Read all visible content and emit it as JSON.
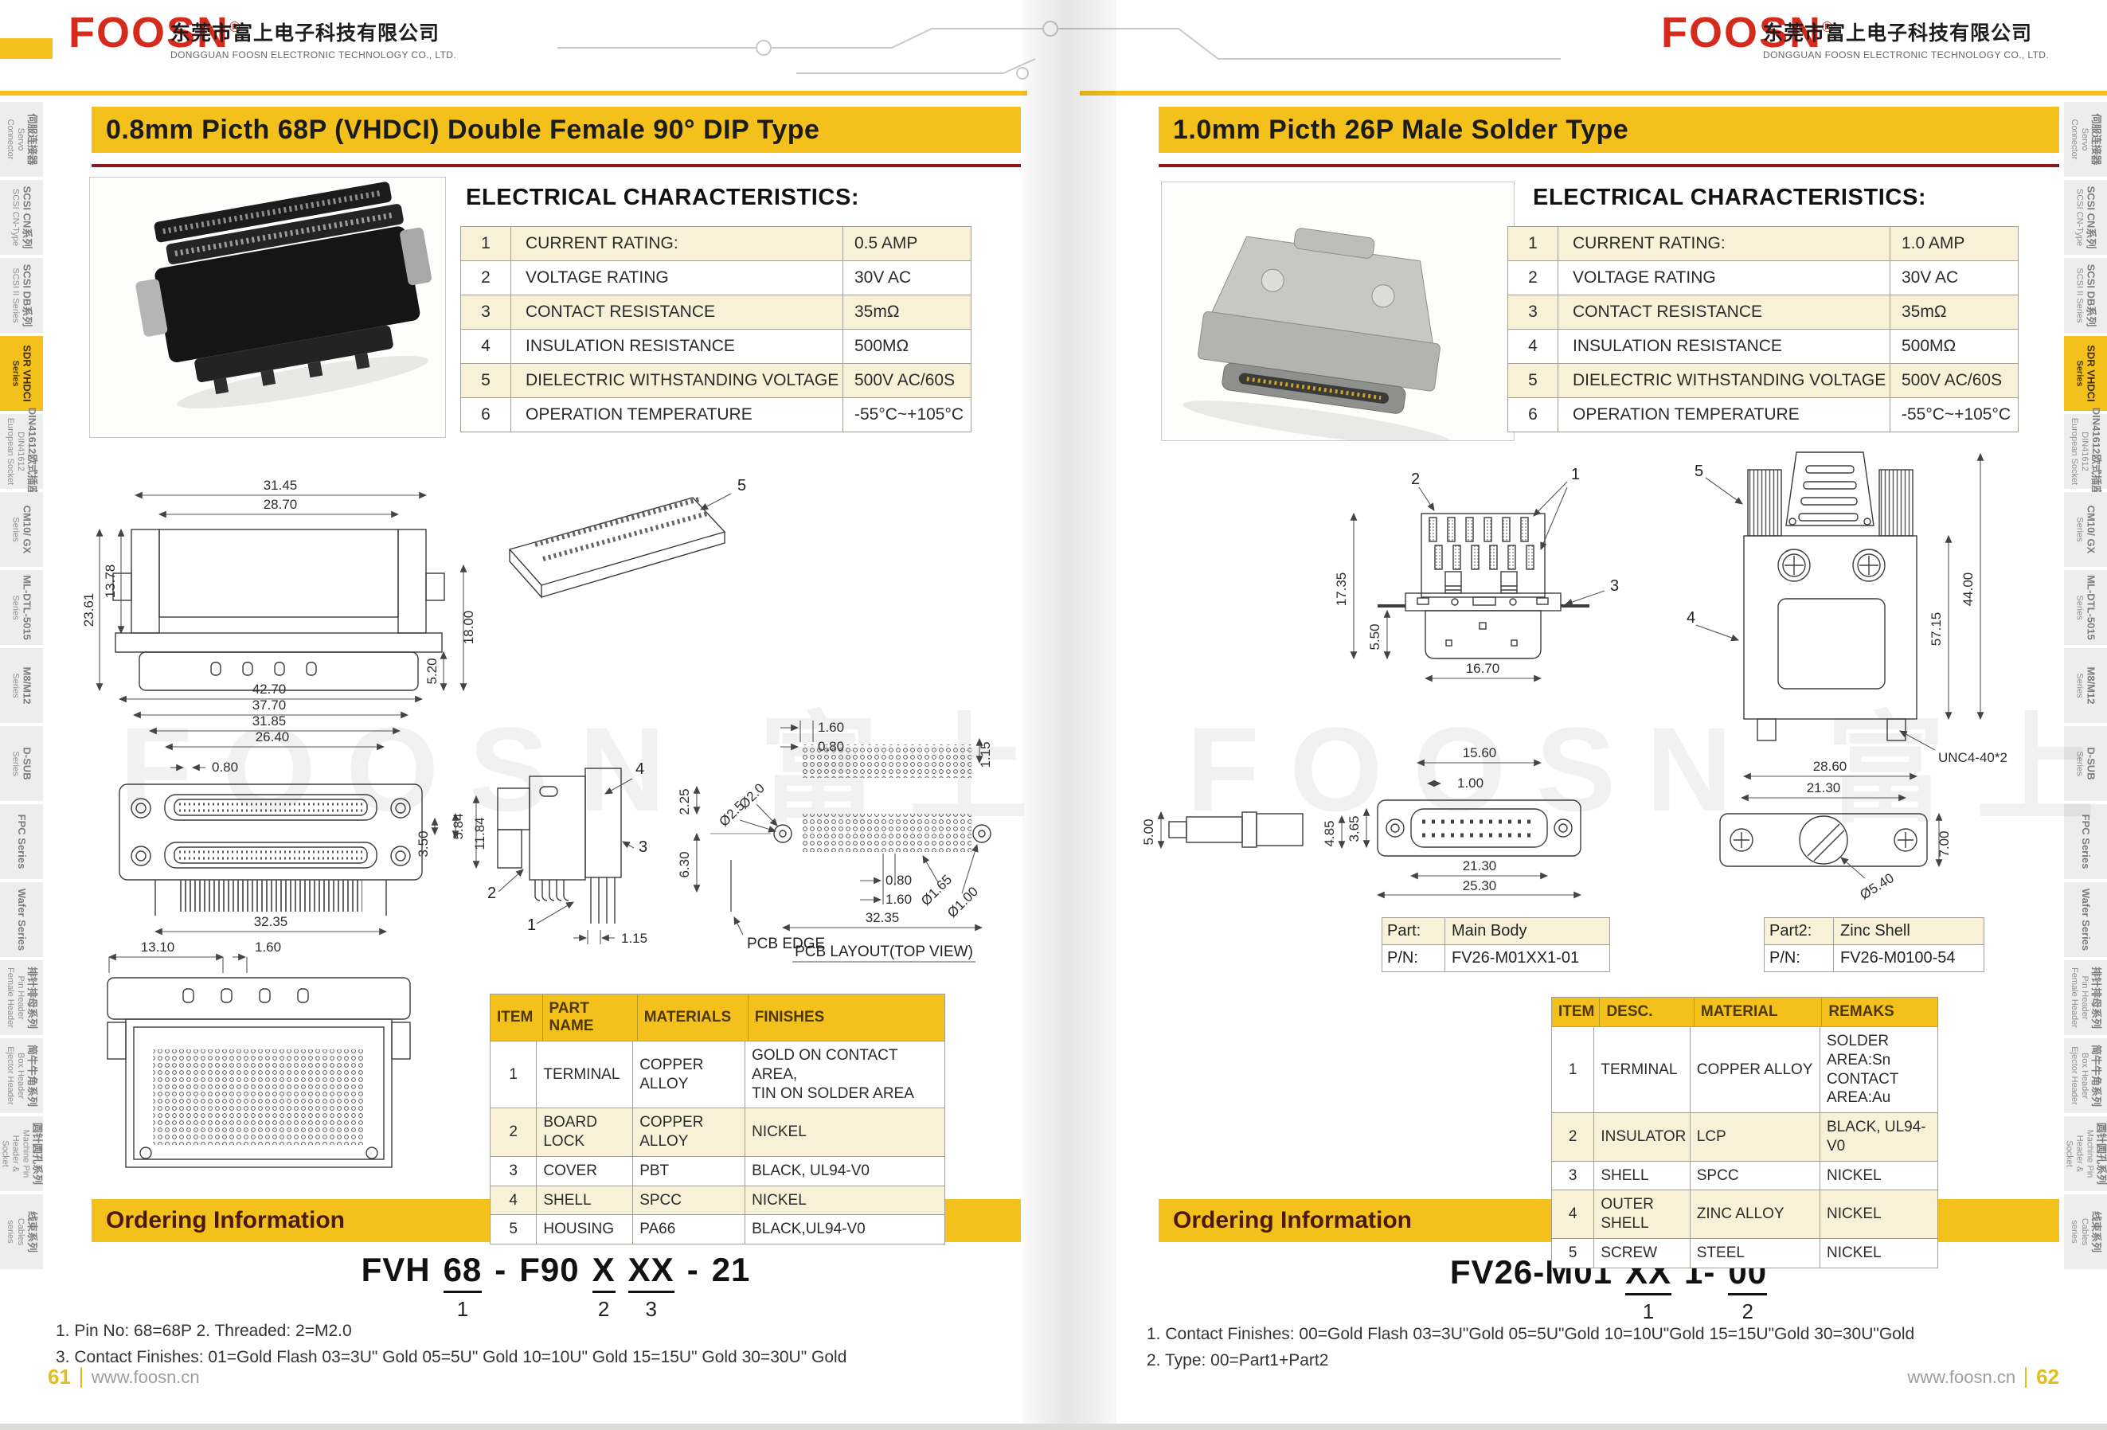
{
  "header": {
    "brand": "FOOSN",
    "reg": "®",
    "company_cn": "东莞市富上电子科技有限公司",
    "company_en": "DONGGUAN FOOSN ELECTRONIC TECHNOLOGY CO., LTD."
  },
  "sidebar": {
    "items": [
      {
        "cn": "伺服连接器",
        "en": "Servo Connector"
      },
      {
        "cn": "SCSI CN系列",
        "en": "SCSI CN-Type"
      },
      {
        "cn": "SCSI DB系列",
        "en": "SCSI II Series"
      },
      {
        "cn": "SDR VHDCI",
        "en": "Series",
        "active": true
      },
      {
        "cn": "DIN41612欧式插座",
        "en": "DIN41612\nEuropean Socket"
      },
      {
        "cn": "CM10/ GX",
        "en": "Series"
      },
      {
        "cn": "ML-DTL-5015",
        "en": "Series"
      },
      {
        "cn": "M8/M12",
        "en": "Series"
      },
      {
        "cn": "D-SUB",
        "en": "Series"
      },
      {
        "cn": "FPC Series",
        "en": ""
      },
      {
        "cn": "Wafer Series",
        "en": ""
      },
      {
        "cn": "排针排母系列",
        "en": "Pin Header\nFemale Header"
      },
      {
        "cn": "简牛牛角系列",
        "en": "Box Header\nEjector Header"
      },
      {
        "cn": "圆针圆孔系列",
        "en": "Machine Pin\nHeader & Socket"
      },
      {
        "cn": "线束系列",
        "en": "Cables series"
      }
    ]
  },
  "left_page": {
    "title": "0.8mm Picth 68P (VHDCI) Double Female 90° DIP Type",
    "elec_heading": "ELECTRICAL CHARACTERISTICS:",
    "elec_rows": [
      {
        "no": "1",
        "name": "CURRENT RATING:",
        "value": "0.5 AMP"
      },
      {
        "no": "2",
        "name": "VOLTAGE RATING",
        "value": "30V AC"
      },
      {
        "no": "3",
        "name": "CONTACT RESISTANCE",
        "value": "35mΩ"
      },
      {
        "no": "4",
        "name": "INSULATION RESISTANCE",
        "value": "500MΩ"
      },
      {
        "no": "5",
        "name": "DIELECTRIC WITHSTANDING VOLTAGE",
        "value": "500V AC/60S"
      },
      {
        "no": "6",
        "name": "OPERATION TEMPERATURE",
        "value": "-55°C~+105°C"
      }
    ],
    "materials": {
      "h": [
        "ITEM",
        "PART NAME",
        "MATERIALS",
        "FINISHES"
      ],
      "rows": [
        {
          "c1": "1",
          "c2": "TERMINAL",
          "c3": "COPPER ALLOY",
          "c4": "GOLD ON CONTACT AREA,\nTIN ON SOLDER AREA"
        },
        {
          "c1": "2",
          "c2": "BOARD LOCK",
          "c3": "COPPER ALLOY",
          "c4": "NICKEL"
        },
        {
          "c1": "3",
          "c2": "COVER",
          "c3": "PBT",
          "c4": "BLACK, UL94-V0"
        },
        {
          "c1": "4",
          "c2": "SHELL",
          "c3": "SPCC",
          "c4": "NICKEL"
        },
        {
          "c1": "5",
          "c2": "HOUSING",
          "c3": "PA66",
          "c4": "BLACK,UL94-V0"
        }
      ]
    },
    "ordering": {
      "heading": "Ordering Information",
      "pn": [
        {
          "text": "FVH",
          "mark": ""
        },
        {
          "text": "68",
          "mark": "1"
        },
        {
          "text": "-",
          "mark": ""
        },
        {
          "text": "F90",
          "mark": ""
        },
        {
          "text": "X",
          "mark": "2"
        },
        {
          "text": "XX",
          "mark": "3"
        },
        {
          "text": "-",
          "mark": ""
        },
        {
          "text": "21",
          "mark": ""
        }
      ],
      "notes": [
        "1. Pin No:   68=68P             2. Threaded:   2=M2.0",
        "3. Contact Finishes:   01=Gold Flash   03=3U\" Gold   05=5U\" Gold   10=10U\" Gold   15=15U\" Gold   30=30U\" Gold"
      ]
    },
    "dims": {
      "front": {
        "w1": "31.45",
        "w2": "28.70",
        "h1": "23.61",
        "h2": "13.78",
        "h3": "18.00",
        "h4": "5.20"
      },
      "iso": {
        "c5": "5"
      },
      "face2": {
        "w1": "42.70",
        "w2": "37.70",
        "w3": "31.85",
        "w4": "26.40",
        "p": "0.80",
        "h1": "3.50",
        "h2": "5.84",
        "h3": "11.84",
        "wb": "32.35"
      },
      "side": {
        "c1": "1",
        "c2": "2",
        "c3": "3",
        "c4": "4",
        "d": "1.15"
      },
      "pcb": {
        "a": "1.60",
        "b": "0.80",
        "c": "1.15",
        "d": "2.25",
        "e": "Ø2.0",
        "f": "Ø2.5",
        "g": "6.30",
        "h": "0.80",
        "i": "1.60",
        "j": "Ø1.65",
        "k": "Ø1.00",
        "w": "32.35",
        "edge": "PCB EDGE",
        "caption": "PCB LAYOUT(TOP VIEW)"
      },
      "bottom": {
        "w": "13.10",
        "p": "1.60"
      }
    }
  },
  "right_page": {
    "title": "1.0mm Picth 26P Male Solder Type",
    "elec_heading": "ELECTRICAL CHARACTERISTICS:",
    "elec_rows": [
      {
        "no": "1",
        "name": "CURRENT RATING:",
        "value": "1.0 AMP"
      },
      {
        "no": "2",
        "name": "VOLTAGE RATING",
        "value": "30V AC"
      },
      {
        "no": "3",
        "name": "CONTACT RESISTANCE",
        "value": "35mΩ"
      },
      {
        "no": "4",
        "name": "INSULATION RESISTANCE",
        "value": "500MΩ"
      },
      {
        "no": "5",
        "name": "DIELECTRIC WITHSTANDING VOLTAGE",
        "value": "500V AC/60S"
      },
      {
        "no": "6",
        "name": "OPERATION TEMPERATURE",
        "value": "-55°C~+105°C"
      }
    ],
    "parts": {
      "p1_label": "Part:",
      "p1_name": "Main Body",
      "p1_pn_label": "P/N:",
      "p1_pn": "FV26-M01XX1-01",
      "p2_label": "Part2:",
      "p2_name": "Zinc Shell",
      "p2_pn_label": "P/N:",
      "p2_pn": "FV26-M0100-54"
    },
    "materials": {
      "h": [
        "ITEM",
        "DESC.",
        "MATERIAL",
        "REMAKS"
      ],
      "rows": [
        {
          "c1": "1",
          "c2": "TERMINAL",
          "c3": "COPPER ALLOY",
          "c4": "SOLDER AREA:Sn\nCONTACT AREA:Au"
        },
        {
          "c1": "2",
          "c2": "INSULATOR",
          "c3": "LCP",
          "c4": "BLACK, UL94-V0"
        },
        {
          "c1": "3",
          "c2": "SHELL",
          "c3": "SPCC",
          "c4": "NICKEL"
        },
        {
          "c1": "4",
          "c2": "OUTER SHELL",
          "c3": "ZINC ALLOY",
          "c4": "NICKEL"
        },
        {
          "c1": "5",
          "c2": "SCREW",
          "c3": "STEEL",
          "c4": "NICKEL"
        }
      ]
    },
    "ordering": {
      "heading": "Ordering Information",
      "pn": [
        {
          "text": "FV26-M01",
          "mark": ""
        },
        {
          "text": "XX",
          "mark": "1"
        },
        {
          "text": "1-",
          "mark": ""
        },
        {
          "text": "00",
          "mark": "2"
        }
      ],
      "notes": [
        "1. Contact Finishes:   00=Gold Flash   03=3U\"Gold   05=5U\"Gold   10=10U\"Gold   15=15U\"Gold   30=30U\"Gold",
        "2. Type:   00=Part1+Part2"
      ]
    },
    "dims": {
      "front": {
        "h1": "17.35",
        "h2": "5.50",
        "w": "16.70",
        "c1": "1",
        "c2": "2",
        "c3": "3"
      },
      "shell": {
        "h1": "44.00",
        "h2": "57.15",
        "thread": "UNC4-40*2",
        "w": "28.60",
        "c4": "4",
        "c5": "5"
      },
      "side": {
        "h1": "5.00",
        "h2": "4.85"
      },
      "face": {
        "w1": "15.60",
        "p": "1.00",
        "h1": "3.65",
        "w2": "21.30",
        "w3": "25.30"
      },
      "zinc": {
        "w": "21.30",
        "d": "Ø5.40",
        "h": "7.00"
      }
    }
  },
  "watermark": "FOOSN 富上",
  "footer": {
    "page_left": "61",
    "site": "www.foosn.cn",
    "page_right": "62"
  }
}
